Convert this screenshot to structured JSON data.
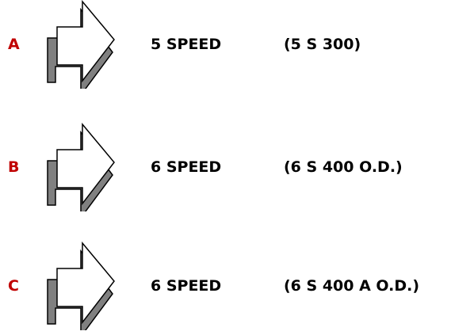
{
  "items": [
    {
      "letter": "A",
      "speed": "5 SPEED",
      "code": "(5 S 300)"
    },
    {
      "letter": "B",
      "speed": "6 SPEED",
      "code": "(6 S 400 O.D.)"
    },
    {
      "letter": "C",
      "speed": "6 SPEED",
      "code": "(6 S 400 A O.D.)"
    }
  ],
  "icons": {
    "arrow": "right-arrow-3d-icon"
  },
  "colors": {
    "letter": "#c00000",
    "text": "#000000",
    "arrow_fill": "#ffffff",
    "arrow_shadow": "#808080",
    "stroke": "#000000"
  }
}
